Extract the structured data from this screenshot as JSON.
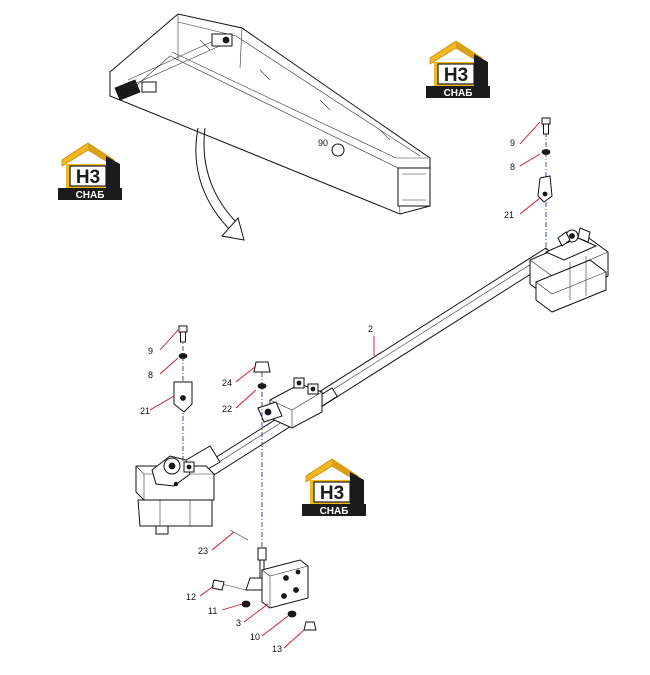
{
  "brand": {
    "logo_letters": "H3",
    "logo_word": "СНАБ",
    "colors": {
      "roof": "#f2b81c",
      "roof_shadow": "#c98e0a",
      "body": "#1b1b1b",
      "text": "#ffffff"
    }
  },
  "diagram": {
    "frame_marking": "90",
    "callout_color": "#c8102e",
    "axis_color": "#2a3aa8",
    "callouts": {
      "c2": "2",
      "c3": "3",
      "c8a": "8",
      "c8b": "8",
      "c9a": "9",
      "c9b": "9",
      "c10": "10",
      "c11": "11",
      "c12": "12",
      "c13": "13",
      "c21a": "21",
      "c21b": "21",
      "c22": "22",
      "c23": "23",
      "c24": "24"
    }
  }
}
